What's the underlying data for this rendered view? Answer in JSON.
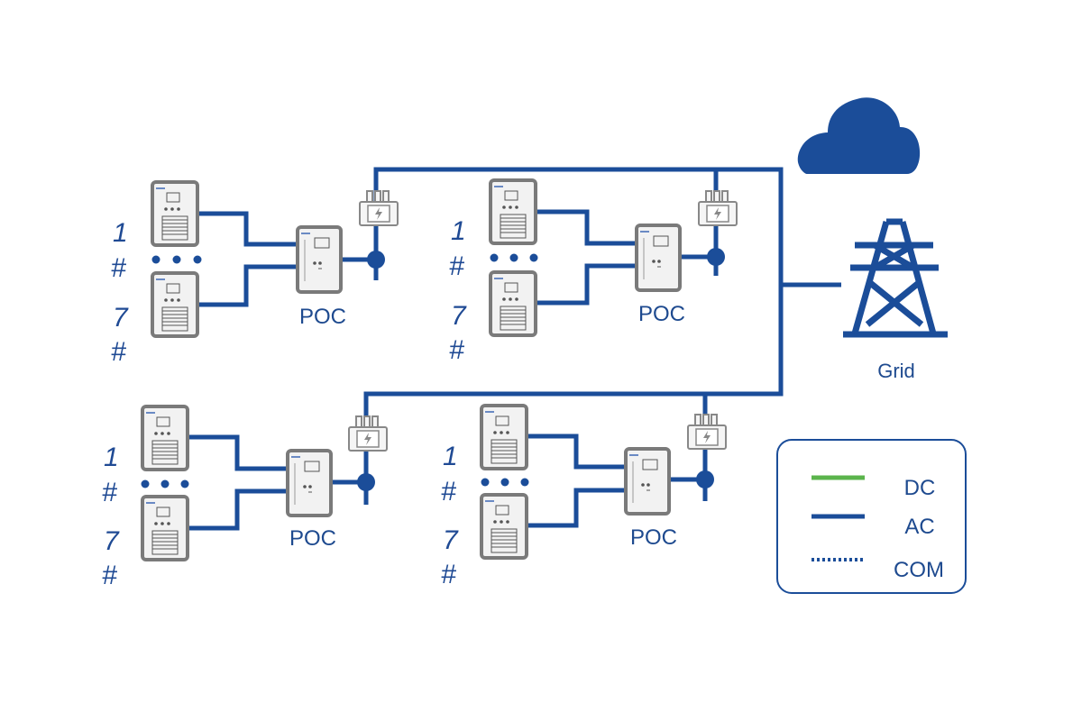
{
  "grid_label": "Grid",
  "groups": [
    {
      "poc_label": "POC",
      "first_label": "1",
      "last_label": "7",
      "hash": "#"
    },
    {
      "poc_label": "POC",
      "first_label": "1",
      "last_label": "7",
      "hash": "#"
    },
    {
      "poc_label": "POC",
      "first_label": "1",
      "last_label": "7",
      "hash": "#"
    },
    {
      "poc_label": "POC",
      "first_label": "1",
      "last_label": "7",
      "hash": "#"
    }
  ],
  "legend": [
    {
      "label": "DC",
      "color": "#5bb44c",
      "style": "solid"
    },
    {
      "label": "AC",
      "color": "#1b4d99",
      "style": "solid"
    },
    {
      "label": "COM",
      "color": "#1b4d99",
      "style": "dotted"
    }
  ],
  "colors": {
    "line": "#1b4d99",
    "device_border": "#7a7a7a",
    "device_fill": "#f2f2f2"
  },
  "icons": [
    "cloud-icon",
    "transmission-tower-icon",
    "transformer-icon",
    "inverter-cabinet-icon"
  ]
}
